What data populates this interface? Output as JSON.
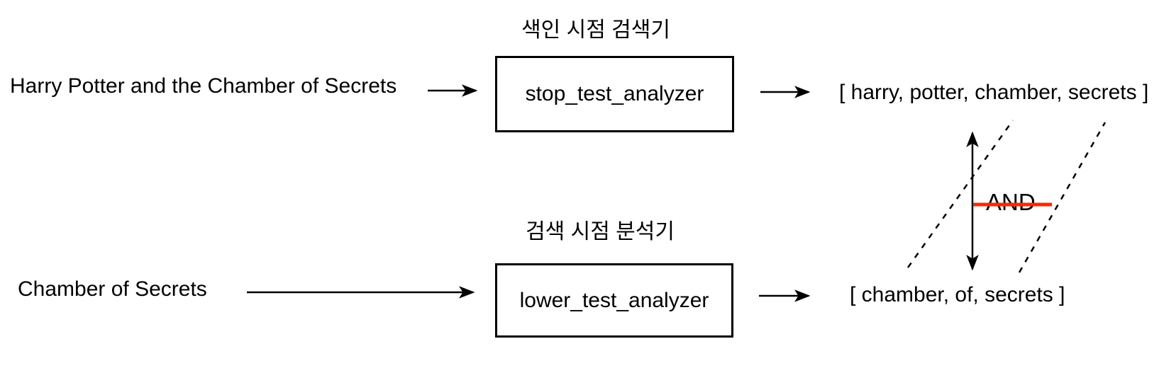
{
  "diagram": {
    "title": "analyzer comparison diagram",
    "background_color": "#ffffff",
    "text_color": "#000000",
    "flows": [
      {
        "id": "index-time",
        "stage_label": "색인 시점 검색기",
        "input_text": "Harry Potter and the Chamber of Secrets",
        "analyzer_name": "stop_test_analyzer",
        "output_tokens_text": "[ harry, potter, chamber, secrets ]",
        "output_tokens": [
          "harry",
          "potter",
          "chamber",
          "secrets"
        ]
      },
      {
        "id": "search-time",
        "stage_label": "검색 시점 분석기",
        "input_text": "Chamber of Secrets",
        "analyzer_name": "lower_test_analyzer",
        "output_tokens_text": "[ chamber, of, secrets ]",
        "output_tokens": [
          "chamber",
          "of",
          "secrets"
        ]
      }
    ],
    "comparison": {
      "operator_label": "AND",
      "operator_line_color": "#ff2600",
      "arrow_color": "#000000",
      "match_line_style": "dashed"
    }
  }
}
